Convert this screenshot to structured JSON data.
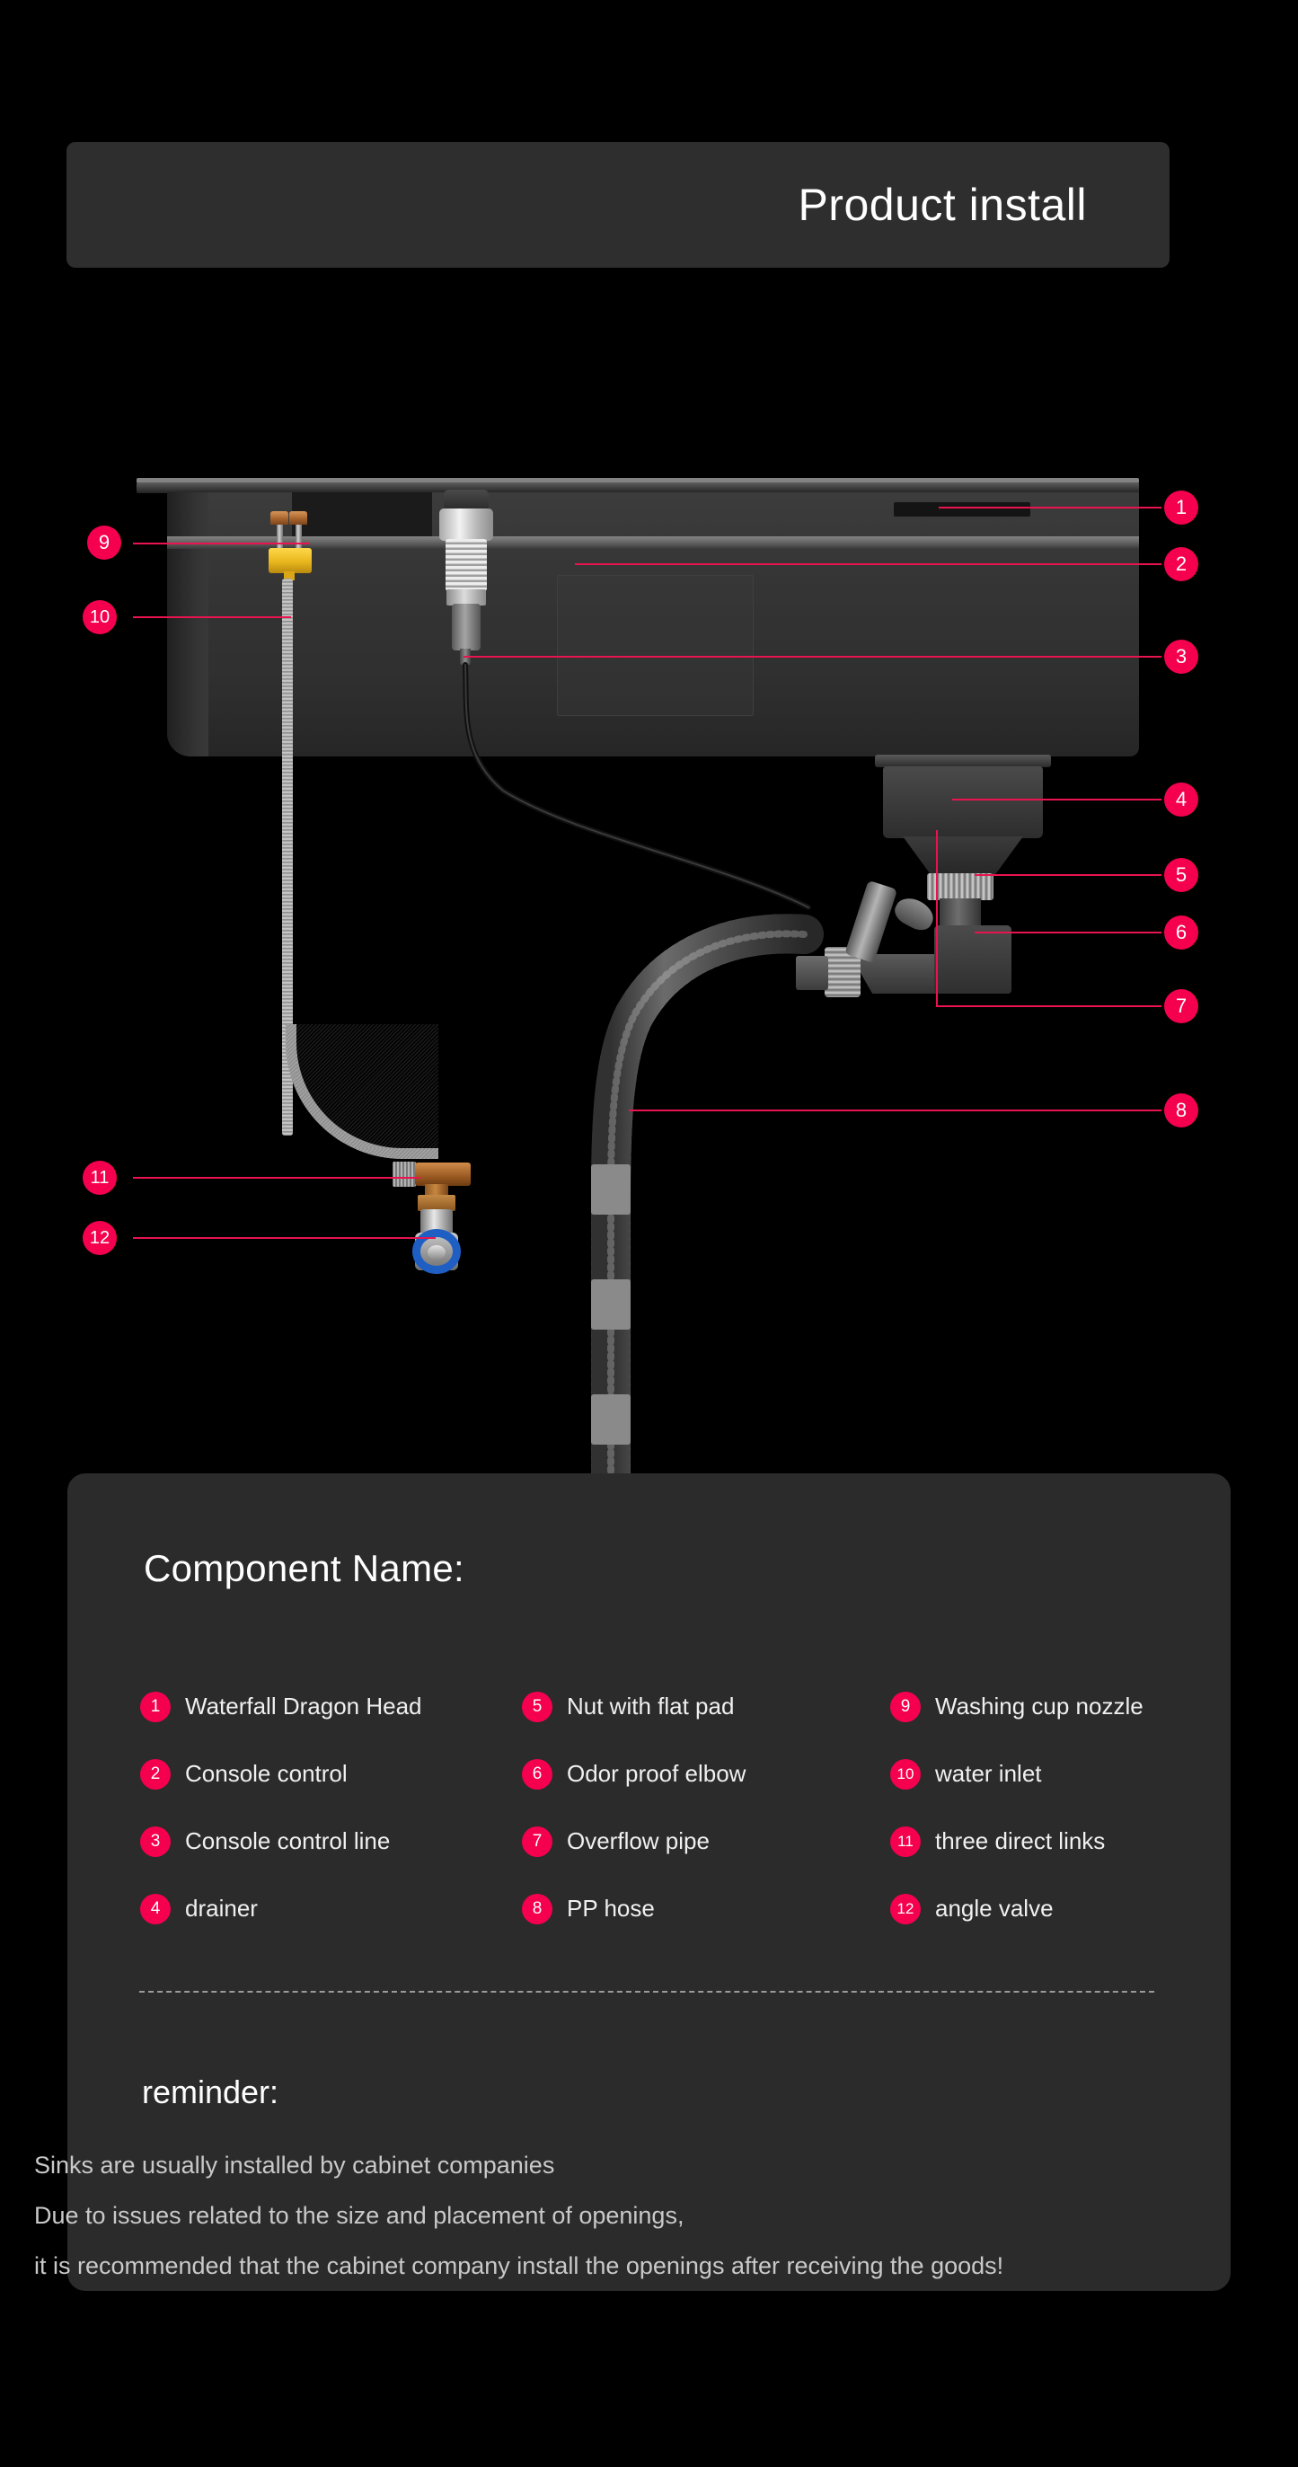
{
  "header": {
    "title": "Product install"
  },
  "diagram": {
    "callouts": [
      {
        "number": "1",
        "component": "Waterfall Dragon Head"
      },
      {
        "number": "2",
        "component": "Console control"
      },
      {
        "number": "3",
        "component": "Console control line"
      },
      {
        "number": "4",
        "component": "drainer"
      },
      {
        "number": "5",
        "component": "Nut with flat pad"
      },
      {
        "number": "6",
        "component": "Odor proof elbow"
      },
      {
        "number": "7",
        "component": "Overflow pipe"
      },
      {
        "number": "8",
        "component": "PP hose"
      },
      {
        "number": "9",
        "component": "Washing cup nozzle"
      },
      {
        "number": "10",
        "component": "water inlet"
      },
      {
        "number": "11",
        "component": "three direct links"
      },
      {
        "number": "12",
        "component": "angle valve"
      }
    ]
  },
  "info_panel": {
    "title": "Component Name:",
    "legend": [
      {
        "number": "1",
        "label": "Waterfall Dragon Head"
      },
      {
        "number": "5",
        "label": "Nut with flat pad"
      },
      {
        "number": "9",
        "label": "Washing cup nozzle"
      },
      {
        "number": "2",
        "label": "Console control"
      },
      {
        "number": "6",
        "label": "Odor proof elbow"
      },
      {
        "number": "10",
        "label": "water inlet"
      },
      {
        "number": "3",
        "label": "Console control line"
      },
      {
        "number": "7",
        "label": "Overflow pipe"
      },
      {
        "number": "11",
        "label": "three direct links"
      },
      {
        "number": "4",
        "label": "drainer"
      },
      {
        "number": "8",
        "label": "PP hose"
      },
      {
        "number": "12",
        "label": "angle valve"
      }
    ],
    "reminder": {
      "title": "reminder:",
      "lines": [
        "Sinks are usually installed by cabinet companies",
        "Due to issues related to the size and placement of openings,",
        "it is recommended that the cabinet company install the openings after receiving the goods!"
      ]
    }
  },
  "colors": {
    "accent_pink": "#f5004f",
    "leader_line": "#e8134f",
    "panel_bg": "#2b2b2b",
    "header_bg": "#2e2e2e",
    "page_bg": "#000000",
    "valve_handle_blue": "#1f5fc4",
    "nozzle_yellow": "#e8b61d",
    "brass": "#9a5a22"
  }
}
